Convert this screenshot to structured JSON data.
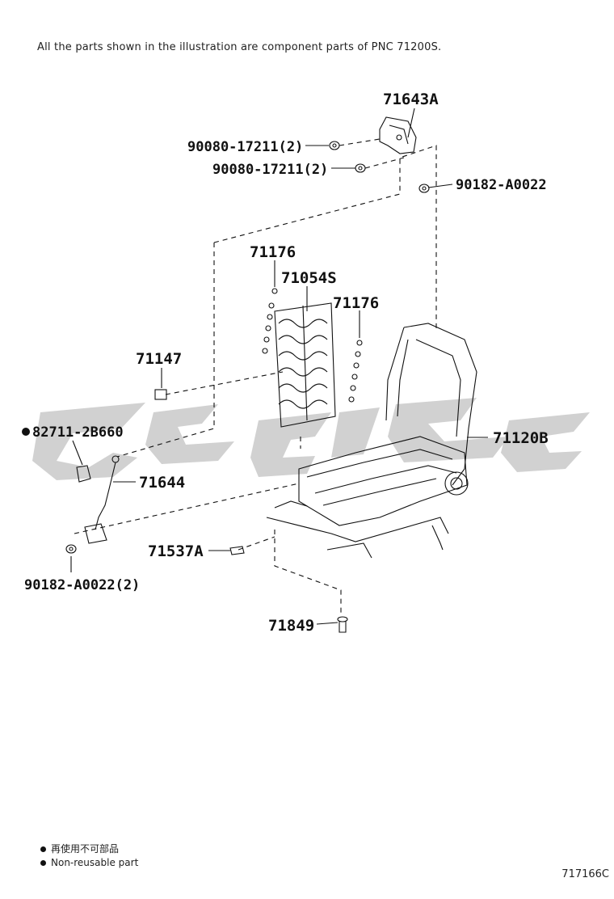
{
  "header": {
    "note": "All the parts shown in the illustration are component parts of PNC 71200S."
  },
  "parts": {
    "p71643A": "71643A",
    "p90080_a": "90080-17211(2)",
    "p90080_b": "90080-17211(2)",
    "p90182_top": "90182-A0022",
    "p71176_a": "71176",
    "p71054S": "71054S",
    "p71176_b": "71176",
    "p71147": "71147",
    "p82711": "82711-2B660",
    "p71644": "71644",
    "p71120B": "71120B",
    "p71537A": "71537A",
    "p90182_bottom": "90182-A0022(2)",
    "p71849": "71849"
  },
  "legend": {
    "line1": "再使用不可部品",
    "line2": "Non-reusable part"
  },
  "diagram_code": "717166C",
  "colors": {
    "line": "#111111",
    "watermark": "#c8c8c8"
  }
}
